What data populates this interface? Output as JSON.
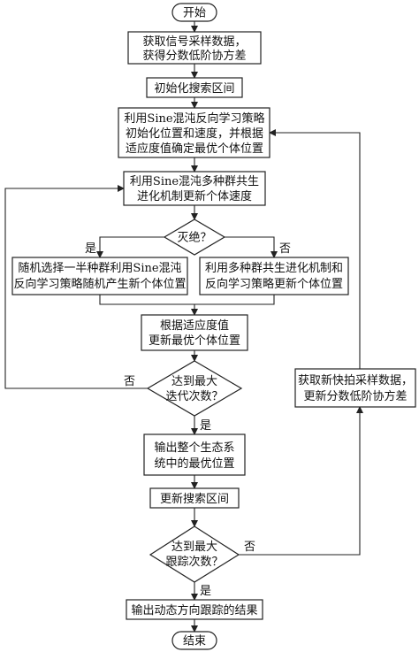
{
  "nodes": {
    "start": "开始",
    "acquire": [
      "获取信号采样数据，",
      "获得分数低阶协方差"
    ],
    "init_range": "初始化搜索区间",
    "init_pos": [
      "利用Sine混沌反向学习策略",
      "初始化位置和速度，并根据",
      "适应度值确定最优个体位置"
    ],
    "update_speed": [
      "利用Sine混沌多种群共生",
      "进化机制更新个体速度"
    ],
    "extinct": "灭绝？",
    "random_select": [
      "随机选择一半种群利用Sine混沌",
      "反向学习策略随机产生新个体位置"
    ],
    "multi_pop": [
      "利用多种群共生进化机制和",
      "反向学习策略更新个体位置"
    ],
    "update_best": [
      "根据适应度值",
      "更新最优个体位置"
    ],
    "max_iter": [
      "达到最大",
      "迭代次数？"
    ],
    "output_best": [
      "输出整个生态系",
      "统中的最优位置"
    ],
    "update_range": "更新搜索区间",
    "max_track": [
      "达到最大",
      "跟踪次数？"
    ],
    "output_result": "输出动态方向跟踪的结果",
    "end": "结束",
    "snapshot": [
      "获取新快拍采样数据，",
      "更新分数低阶协方差"
    ]
  },
  "labels": {
    "yes": "是",
    "no": "否"
  }
}
